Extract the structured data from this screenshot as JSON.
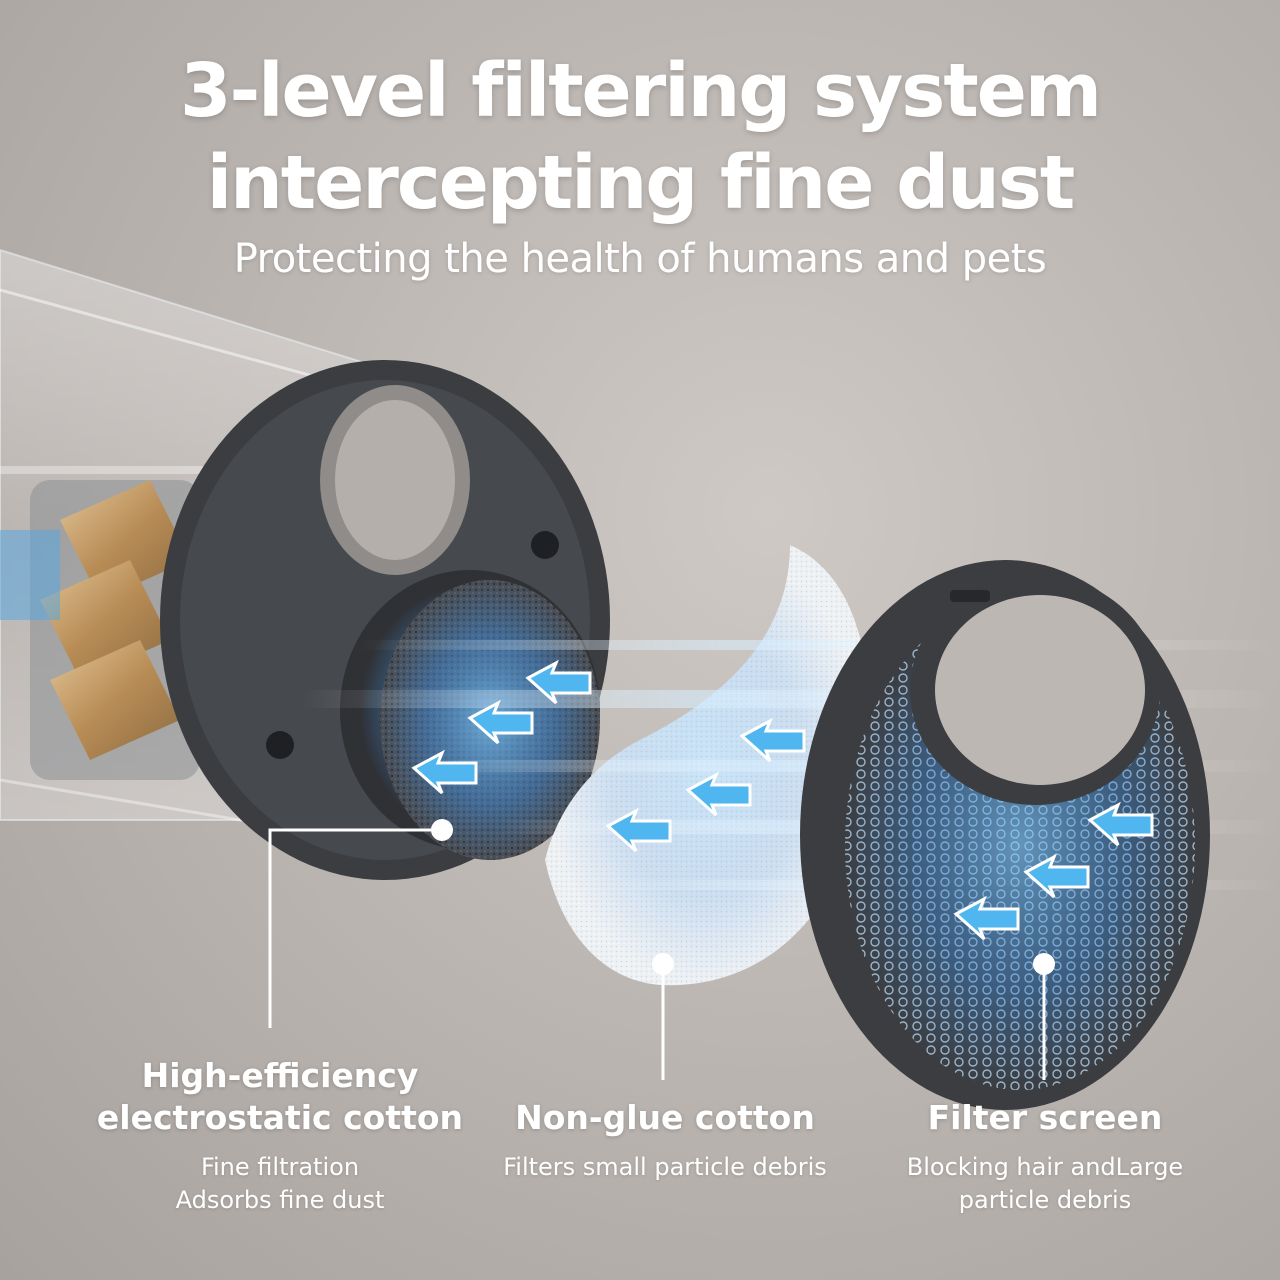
{
  "headline": {
    "line1": "3-level filtering system",
    "line2": "intercepting fine dust",
    "subtitle": "Protecting the health of humans and pets"
  },
  "filters": [
    {
      "title_line1": "High-efficiency",
      "title_line2": "electrostatic cotton",
      "desc_line1": "Fine filtration",
      "desc_line2": "Adsorbs fine dust"
    },
    {
      "title_line1": "Non-glue cotton",
      "desc_line1": "Filters small particle debris"
    },
    {
      "title_line1": "Filter screen",
      "desc_line1": "Blocking hair andLarge",
      "desc_line2": "particle debris"
    }
  ],
  "colors": {
    "text": "#ffffff",
    "frame": "#3b3d41",
    "airflow_arrow": "#4fb6ef",
    "background": "#bdb7b3"
  }
}
